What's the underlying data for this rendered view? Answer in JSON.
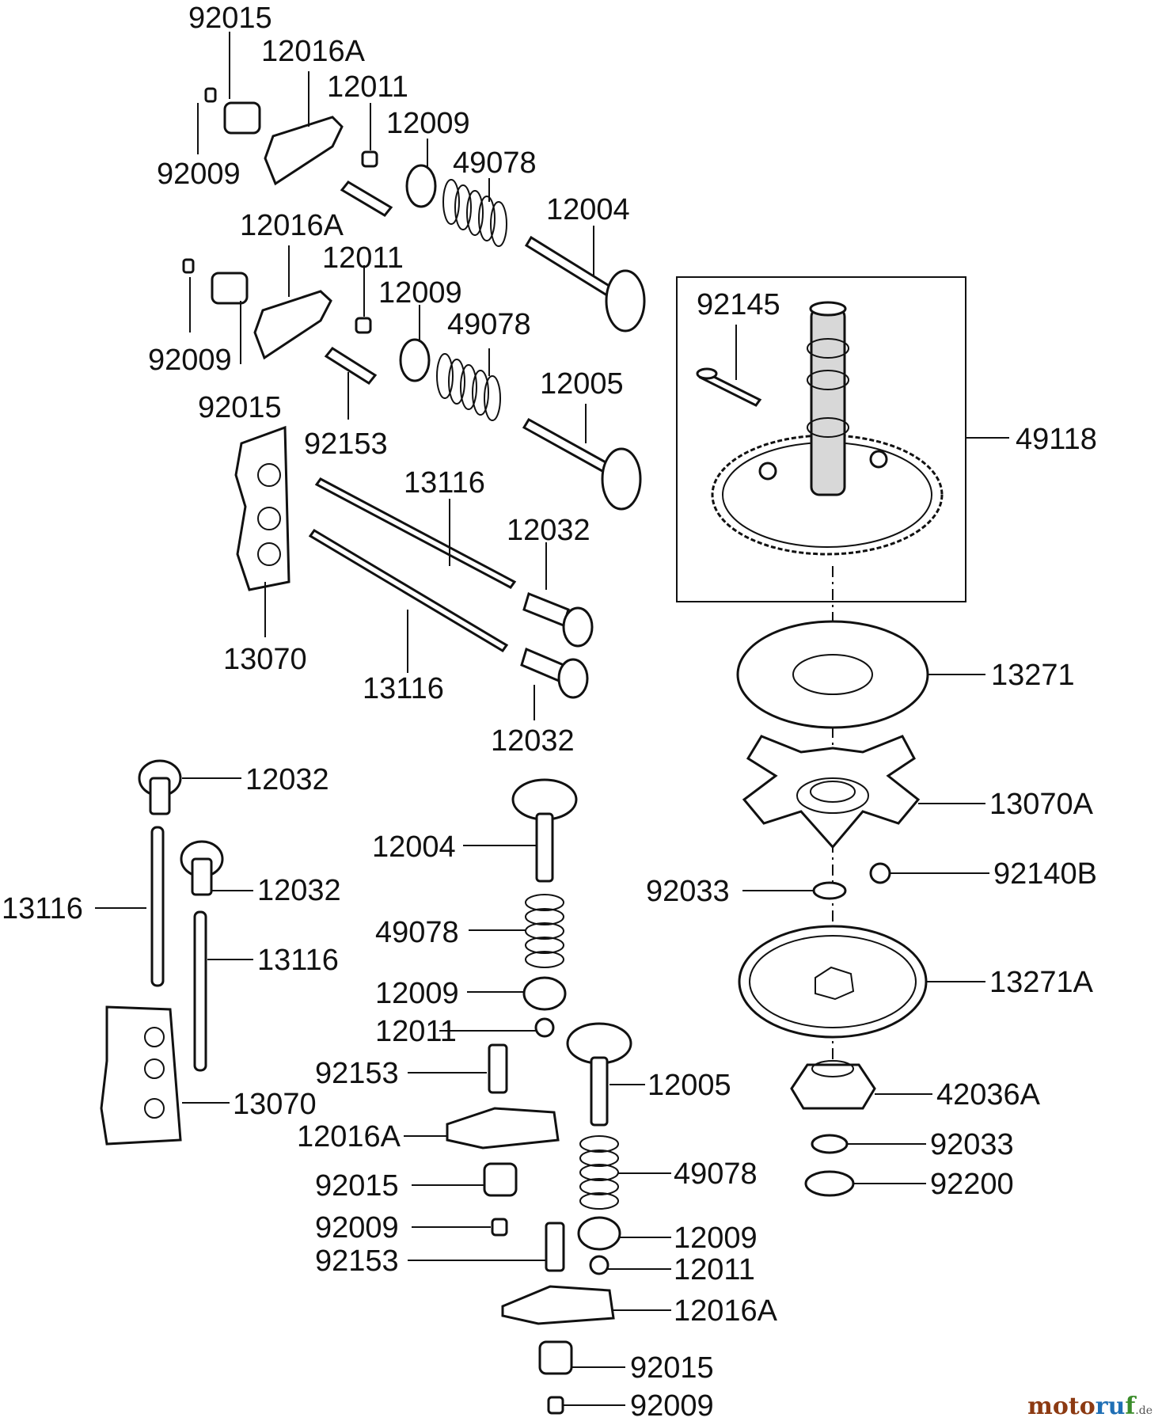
{
  "labels": {
    "l01": "92015",
    "l02": "12016A",
    "l03": "12011",
    "l04": "12009",
    "l05": "49078",
    "l06": "92009",
    "l07": "12004",
    "l08": "12016A",
    "l09": "12011",
    "l10": "12009",
    "l11": "49078",
    "l12": "92009",
    "l13": "92015",
    "l14": "92153",
    "l15": "12005",
    "l16": "92145",
    "l17": "49118",
    "l18": "13116",
    "l19": "12032",
    "l20": "13070",
    "l21": "13116",
    "l22": "12032",
    "l23": "13271",
    "l24": "12032",
    "l25": "12032",
    "l26": "13116",
    "l27": "13116",
    "l28": "13070",
    "l29": "12004",
    "l30": "49078",
    "l31": "12009",
    "l32": "12011",
    "l33": "92153",
    "l34": "12016A",
    "l35": "92015",
    "l36": "92009",
    "l37": "92153",
    "l38": "12005",
    "l39": "49078",
    "l40": "12009",
    "l41": "12011",
    "l42": "12016A",
    "l43": "92015",
    "l44": "92009",
    "l45": "13070A",
    "l46": "92033",
    "l47": "92140B",
    "l48": "13271A",
    "l49": "42036A",
    "l50": "92033",
    "l51": "92200"
  },
  "brand": {
    "part1": "moto",
    "part2": "ru",
    "part3": "f",
    "suffix": ".de"
  }
}
